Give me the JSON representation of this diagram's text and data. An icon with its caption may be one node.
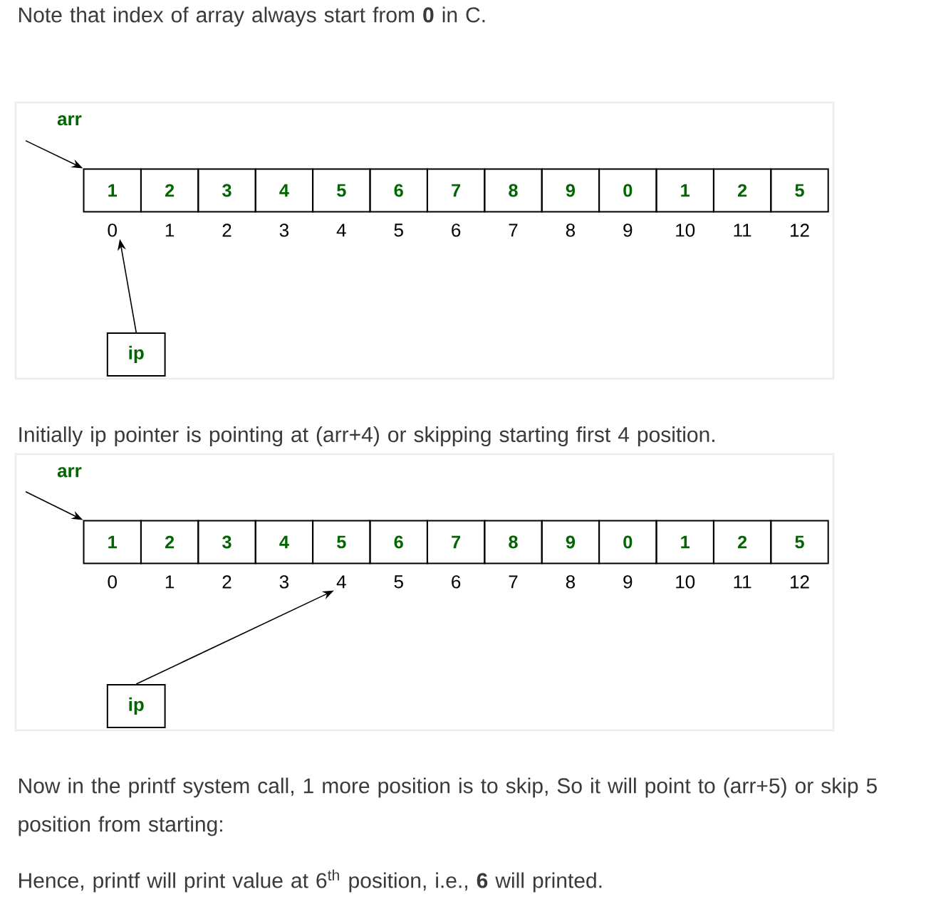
{
  "diagram": {
    "nodes": [
      {
        "text": [
          "1"
        ]
      },
      {
        "text": [
          "2"
        ]
      },
      {
        "text": [
          "3"
        ]
      },
      {
        "text": [
          "4"
        ]
      },
      {
        "text": [
          "5"
        ]
      },
      {
        "text": [
          "6"
        ]
      },
      {
        "text": [
          "7"
        ]
      },
      {
        "text": [
          "8"
        ]
      },
      {
        "text": [
          "9"
        ]
      },
      {
        "text": [
          "0"
        ]
      },
      {
        "text": [
          "1"
        ]
      },
      {
        "text": [
          "2"
        ]
      },
      {
        "text": [
          "5"
        ]
      },
      {
        "text": [
          "0"
        ]
      },
      {
        "text": [
          "1"
        ]
      },
      {
        "text": [
          "2"
        ]
      },
      {
        "text": [
          "3"
        ]
      },
      {
        "text": [
          "4"
        ]
      },
      {
        "text": [
          "5"
        ]
      },
      {
        "text": [
          "6"
        ]
      },
      {
        "text": [
          "7"
        ]
      },
      {
        "text": [
          "8"
        ]
      },
      {
        "text": [
          "9"
        ]
      },
      {
        "text": [
          "10"
        ]
      },
      {
        "text": [
          "11"
        ]
      },
      {
        "text": [
          "12"
        ]
      },
      {
        "text": [
          "ip"
        ]
      },
      {
        "text": [
          "1"
        ]
      },
      {
        "text": [
          "2"
        ]
      },
      {
        "text": [
          "3"
        ]
      },
      {
        "text": [
          "4"
        ]
      },
      {
        "text": [
          "5"
        ]
      },
      {
        "text": [
          "6"
        ]
      },
      {
        "text": [
          "7"
        ]
      },
      {
        "text": [
          "8"
        ]
      },
      {
        "text": [
          "9"
        ]
      },
      {
        "text": [
          "0"
        ]
      },
      {
        "text": [
          "1"
        ]
      },
      {
        "text": [
          "2"
        ]
      },
      {
        "text": [
          "5"
        ]
      },
      {
        "text": [
          "0"
        ]
      },
      {
        "text": [
          "1"
        ]
      },
      {
        "text": [
          "2"
        ]
      },
      {
        "text": [
          "3"
        ]
      },
      {
        "text": [
          "4"
        ]
      },
      {
        "text": [
          "5"
        ]
      },
      {
        "text": [
          "6"
        ]
      },
      {
        "text": [
          "7"
        ]
      },
      {
        "text": [
          "8"
        ]
      },
      {
        "text": [
          "9"
        ]
      },
      {
        "text": [
          "10"
        ]
      },
      {
        "text": [
          "11"
        ]
      },
      {
        "text": [
          "12"
        ]
      },
      {
        "text": [
          "ip"
        ]
      }
    ],
    "edges": [
      {
        "from": null,
        "to": 0,
        "arrow": "to"
      },
      {
        "from": 26,
        "to": 13,
        "arrow": "to"
      },
      {
        "from": null,
        "to": 27,
        "arrow": "to"
      },
      {
        "from": 53,
        "to": 44,
        "arrow": "to"
      }
    ],
    "labels": [
      "Note that index of array always start from **0** in C.",
      "arr",
      "Initially ip pointer is pointing at (arr+4) or skipping starting first 4 position.",
      "arr",
      "Now in the printf system call, 1 more position is to skip, So it will point to (arr+5) or skip 5 position from starting:",
      "Hence, printf will print value at 6$^{th}$ position, i.e., **6** will printed."
    ]
  }
}
